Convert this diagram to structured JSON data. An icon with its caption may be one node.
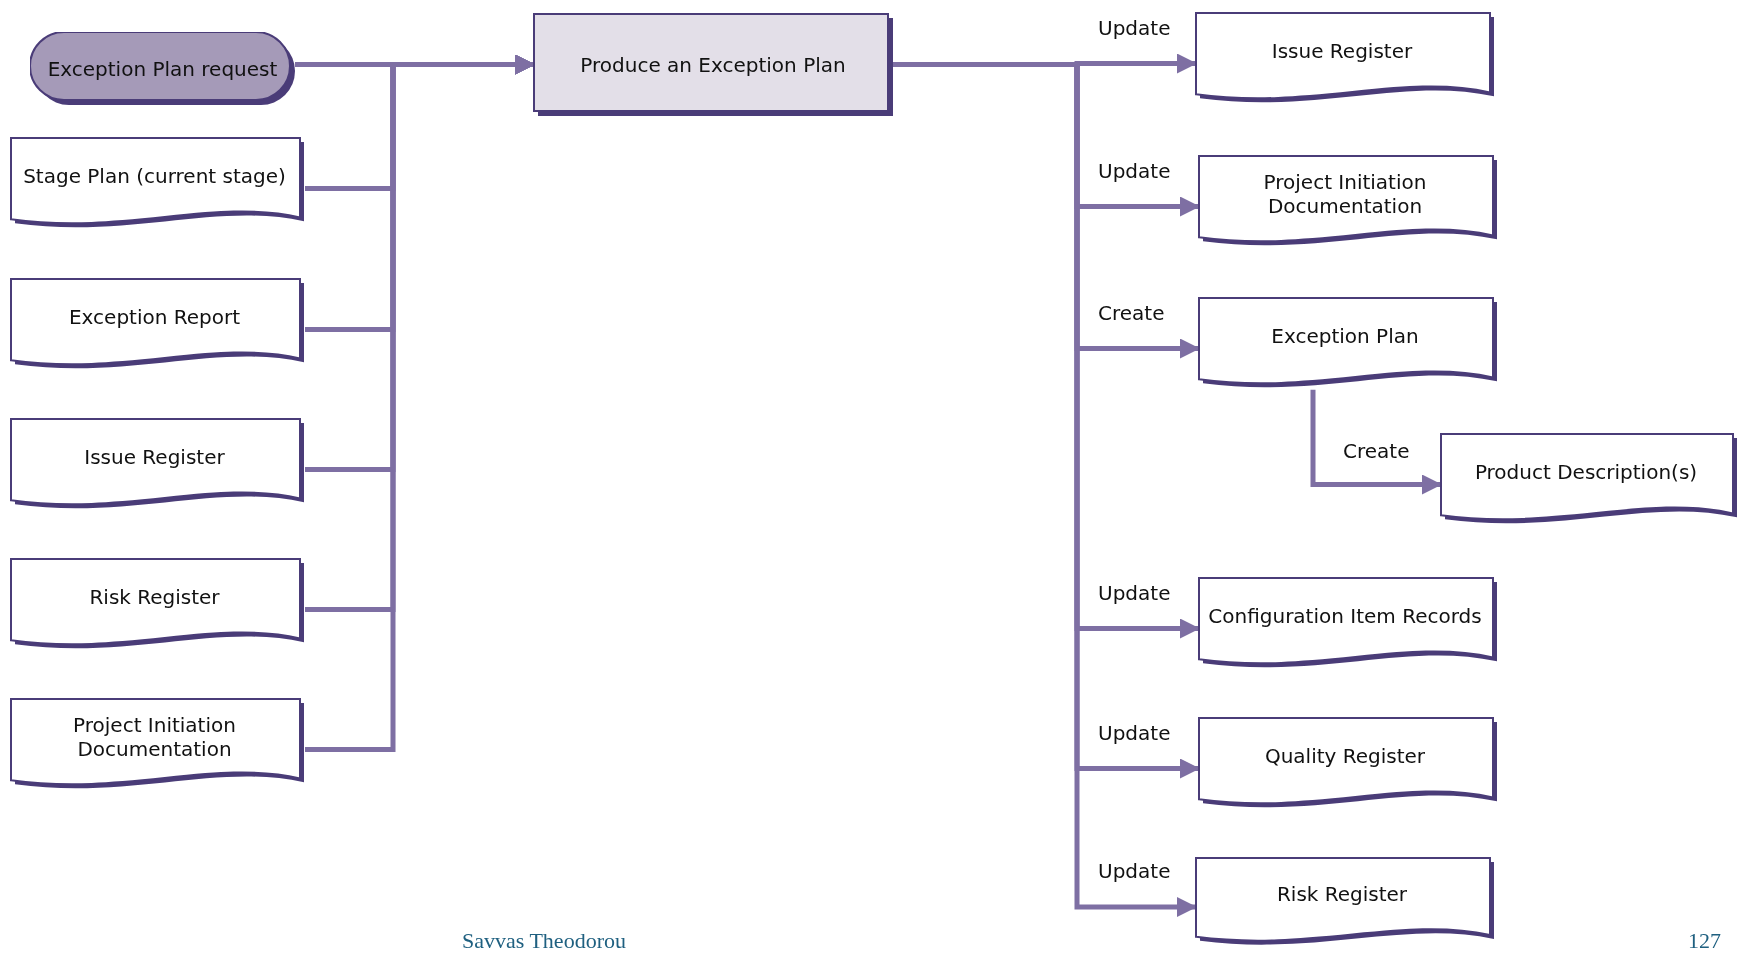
{
  "diagram": {
    "nodes": [
      {
        "text": [
          "Exception Plan request"
        ]
      },
      {
        "text": [
          "Produce an Exception Plan"
        ]
      },
      {
        "text": [
          "Stage Plan (current stage)"
        ]
      },
      {
        "text": [
          "Exception Report"
        ]
      },
      {
        "text": [
          "Issue Register"
        ]
      },
      {
        "text": [
          "Risk Register"
        ]
      },
      {
        "text": [
          "Project Initiation Documentation"
        ]
      },
      {
        "text": [
          "Issue Register"
        ]
      },
      {
        "text": [
          "Project Initiation Documentation"
        ]
      },
      {
        "text": [
          "Exception Plan"
        ]
      },
      {
        "text": [
          "Product Description(s)"
        ]
      },
      {
        "text": [
          "Configuration Item Records"
        ]
      },
      {
        "text": [
          "Quality Register"
        ]
      },
      {
        "text": [
          "Risk Register"
        ]
      }
    ],
    "edges": [
      {
        "from": 0,
        "to": 1,
        "arrow": "to"
      },
      {
        "from": 2,
        "to": 1,
        "arrow": "to"
      },
      {
        "from": 3,
        "to": 1,
        "arrow": "to"
      },
      {
        "from": 4,
        "to": 1,
        "arrow": "to"
      },
      {
        "from": 5,
        "to": 1,
        "arrow": "to"
      },
      {
        "from": 6,
        "to": 1,
        "arrow": "to"
      },
      {
        "from": 1,
        "to": 7,
        "arrow": "to",
        "label": "Update"
      },
      {
        "from": 1,
        "to": 8,
        "arrow": "to",
        "label": "Update"
      },
      {
        "from": 1,
        "to": 9,
        "arrow": "to",
        "label": "Create"
      },
      {
        "from": 9,
        "to": 10,
        "arrow": "to",
        "label": "Create"
      },
      {
        "from": 1,
        "to": 11,
        "arrow": "to",
        "label": "Update"
      },
      {
        "from": 1,
        "to": 12,
        "arrow": "to",
        "label": "Update"
      },
      {
        "from": 1,
        "to": 13,
        "arrow": "to",
        "label": "Update"
      }
    ],
    "labels": [
      "Savvas Theodorou",
      "127"
    ]
  }
}
